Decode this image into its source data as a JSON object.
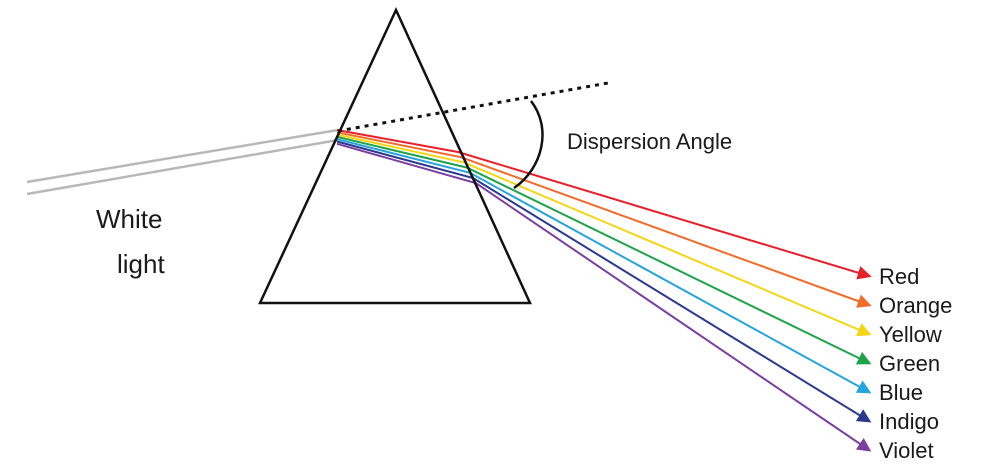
{
  "white_light_label": [
    "White",
    "light"
  ],
  "dispersion_label": "Dispersion Angle",
  "rays": [
    {
      "name": "Red",
      "color": "#e8202a"
    },
    {
      "name": "Orange",
      "color": "#f26b2a"
    },
    {
      "name": "Yellow",
      "color": "#f5d514"
    },
    {
      "name": "Green",
      "color": "#1fa34a"
    },
    {
      "name": "Blue",
      "color": "#27a4dd"
    },
    {
      "name": "Indigo",
      "color": "#2b3a8f"
    },
    {
      "name": "Violet",
      "color": "#7a3fa0"
    }
  ],
  "colors": {
    "prism": "#111111",
    "white_light": "#b8b8b8",
    "dotted_line": "#111111"
  }
}
